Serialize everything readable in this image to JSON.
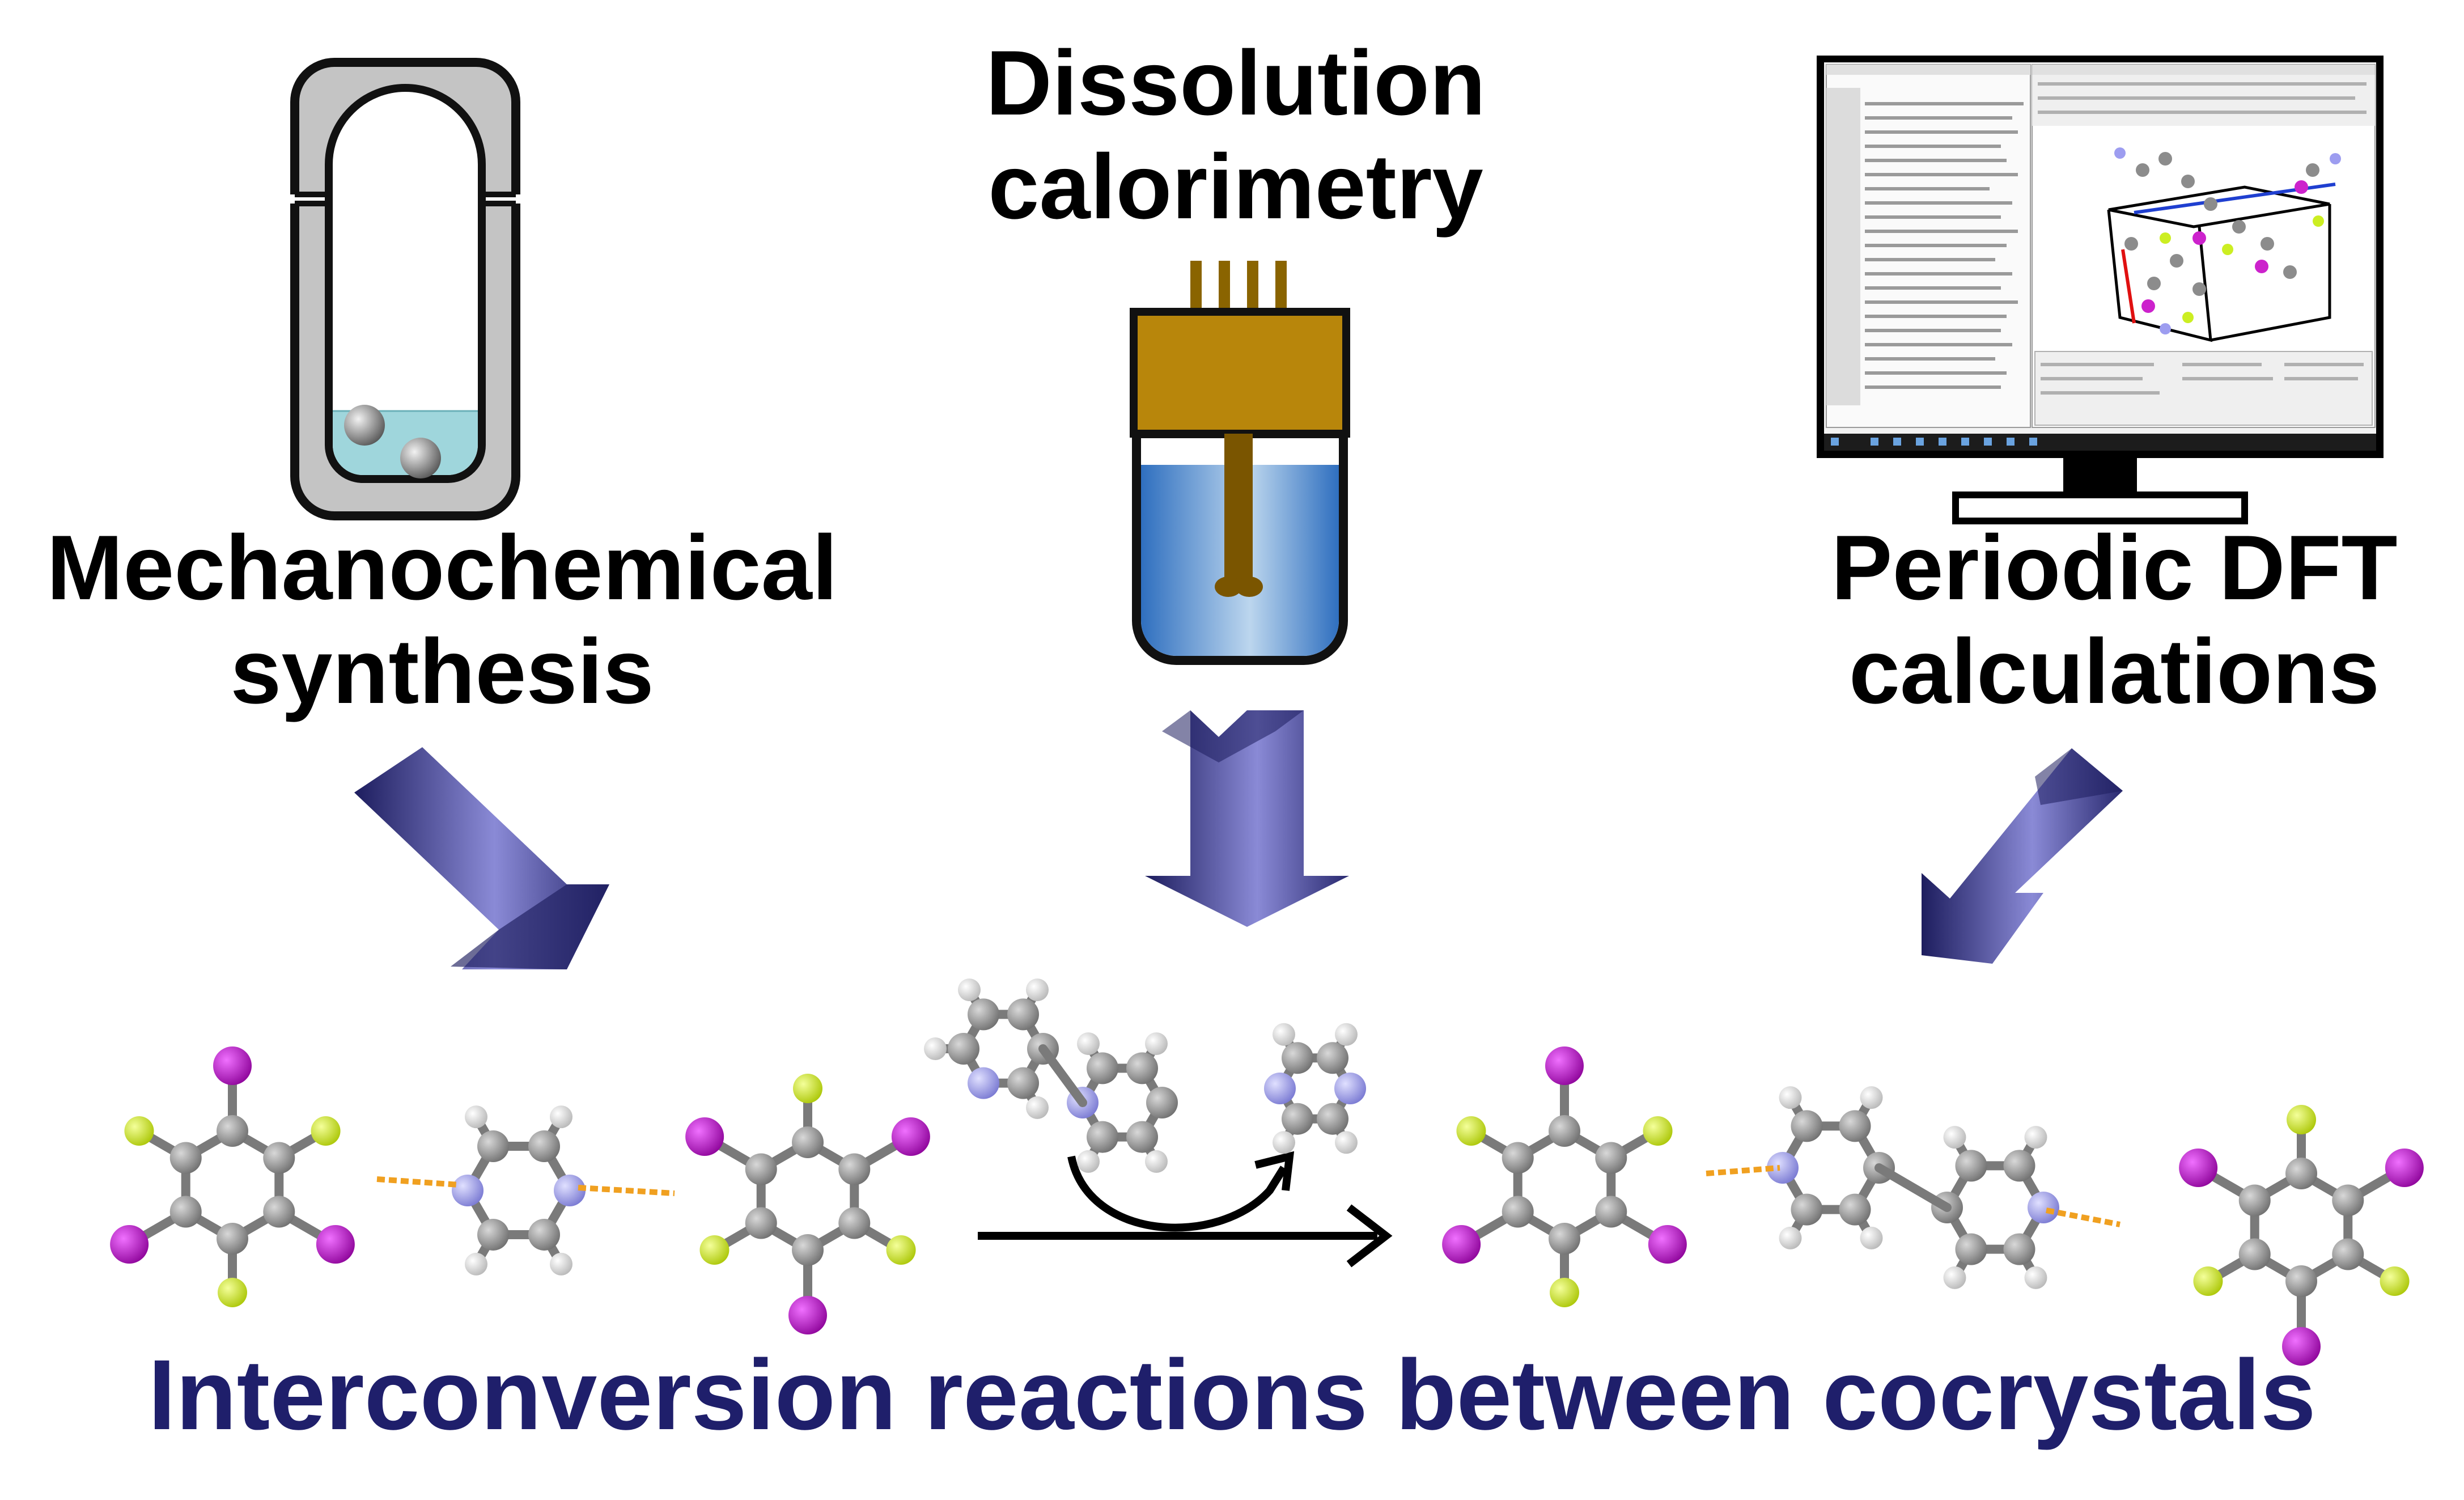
{
  "labels": {
    "mechanochemical_line1": "Mechanochemical",
    "mechanochemical_line2": "synthesis",
    "dissolution_line1": "Dissolution",
    "dissolution_line2": "calorimetry",
    "dft_line1": "Periodic DFT",
    "dft_line2": "calculations"
  },
  "title": "Interconversion reactions between cocrystals",
  "colors": {
    "title": "#1f1f6b",
    "arrow_dark": "#1d1d5e",
    "arrow_light": "#8a8ad6",
    "iodine": "#b400c0",
    "fluorine": "#ccee22",
    "carbon": "#8c8c8c",
    "nitrogen": "#9d9df0",
    "hydrogen": "#e6e6e6",
    "halogen_bond": "#f0a020",
    "calorimeter_cap": "#b8860b",
    "stirrer": "#7a5500",
    "liquid_blue": "#3d7cc9",
    "jar_fluid": "#9fd6dc"
  },
  "icons": {
    "milling_jar": "milling-jar-icon",
    "calorimeter": "calorimeter-icon",
    "computer": "computer-monitor-icon"
  }
}
